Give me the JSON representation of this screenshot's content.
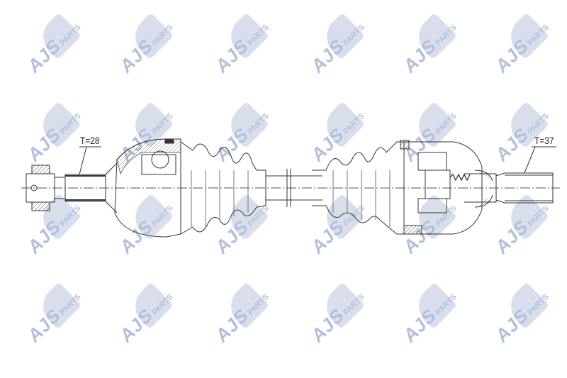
{
  "watermark": {
    "brand": "AJS",
    "sub": "PARTS",
    "color": "#b4c0da"
  },
  "labels": {
    "left_spline": "T=28",
    "right_spline": "T=37"
  }
}
